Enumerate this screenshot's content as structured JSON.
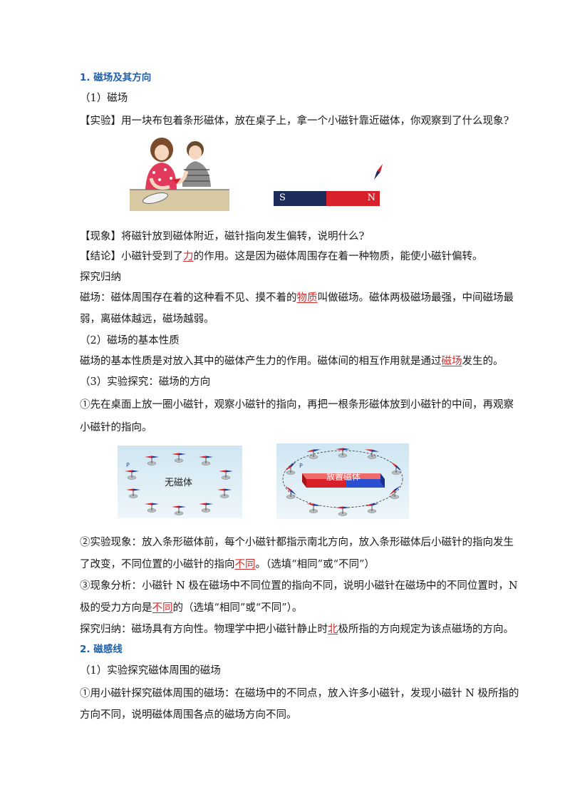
{
  "heading1": "1. 磁场及其方向",
  "s1_title": "（1）磁场",
  "exp_text": "【实验】用一块布包着条形磁体，放在桌子上，拿一个小磁针靠近磁体，你观察到了什么现象?",
  "magnet_s": "S",
  "magnet_n": "N",
  "phen_text": "【现象】将磁针放到磁体附近，磁针指向发生偏转，说明什么?",
  "concl_pre": "【结论】小磁针受到了",
  "concl_ans": "力",
  "concl_post": "的作用。这是因为磁体周围存在着一种物质，能使小磁针偏转。",
  "explore1": "探究归纳",
  "field_pre": "磁场：磁体周围存在着的这种看不见、摸不着的",
  "field_ans": "物质",
  "field_post": "叫做磁场。磁体两极磁场最强，中间磁场最",
  "field_line2": "弱，离磁体越远，磁场越弱。",
  "s2_title": "（2）磁场的基本性质",
  "prop_pre": "磁场的基本性质是对放入其中的磁体产生力的作用。磁体间的相互作用就是通过",
  "prop_ans": "磁场",
  "prop_post": "发生的。",
  "s3_title": "（3）实验探究：磁场的方向",
  "step1_line1": "①先在桌面上放一圈小磁针，观察小磁针的指向，再把一根条形磁体放到小磁针的中间，再观察",
  "step1_line2": "小磁针的指向。",
  "fig_left_label": "无磁体",
  "fig_right_label": "放置磁体",
  "fig_p": "P",
  "step2_line1": "②实验现象：放入条形磁体前，每个小磁针都指示南北方向，放入条形磁体后小磁针的指向发生",
  "step2_pre": "了改变，不同位置的小磁针的指向",
  "step2_ans": "不同",
  "step2_post": "。（选填“相同”或“不同”）",
  "step3_line1": "③现象分析：小磁针 N 极在磁场中不同位置的指向不同，说明小磁针在磁场中的不同位置时，N",
  "step3_pre": "极的受力方向是",
  "step3_ans": "不同",
  "step3_post": "的（选填“相同”或“不同”）。",
  "explore2_pre": "探究归纳：磁场具有方向性。物理学中把小磁针静止时",
  "explore2_ans": "北",
  "explore2_post": "极所指的方向规定为该点磁场的方向。",
  "heading2": "2. 磁感线",
  "s4_title": "（1）实验探究磁体周围的磁场",
  "step4_line1": "①用小磁针探究磁体周围的磁场：在磁场中的不同点，放入许多小磁针，发现小磁针 N 极所指的",
  "step4_line2": "方向不同，说明磁体周围各点的磁场方向不同。",
  "colors": {
    "heading": "#1f5fa8",
    "answer": "#d22a2a",
    "magnet_red": "#d8202a",
    "magnet_navy": "#1d2b5a"
  }
}
